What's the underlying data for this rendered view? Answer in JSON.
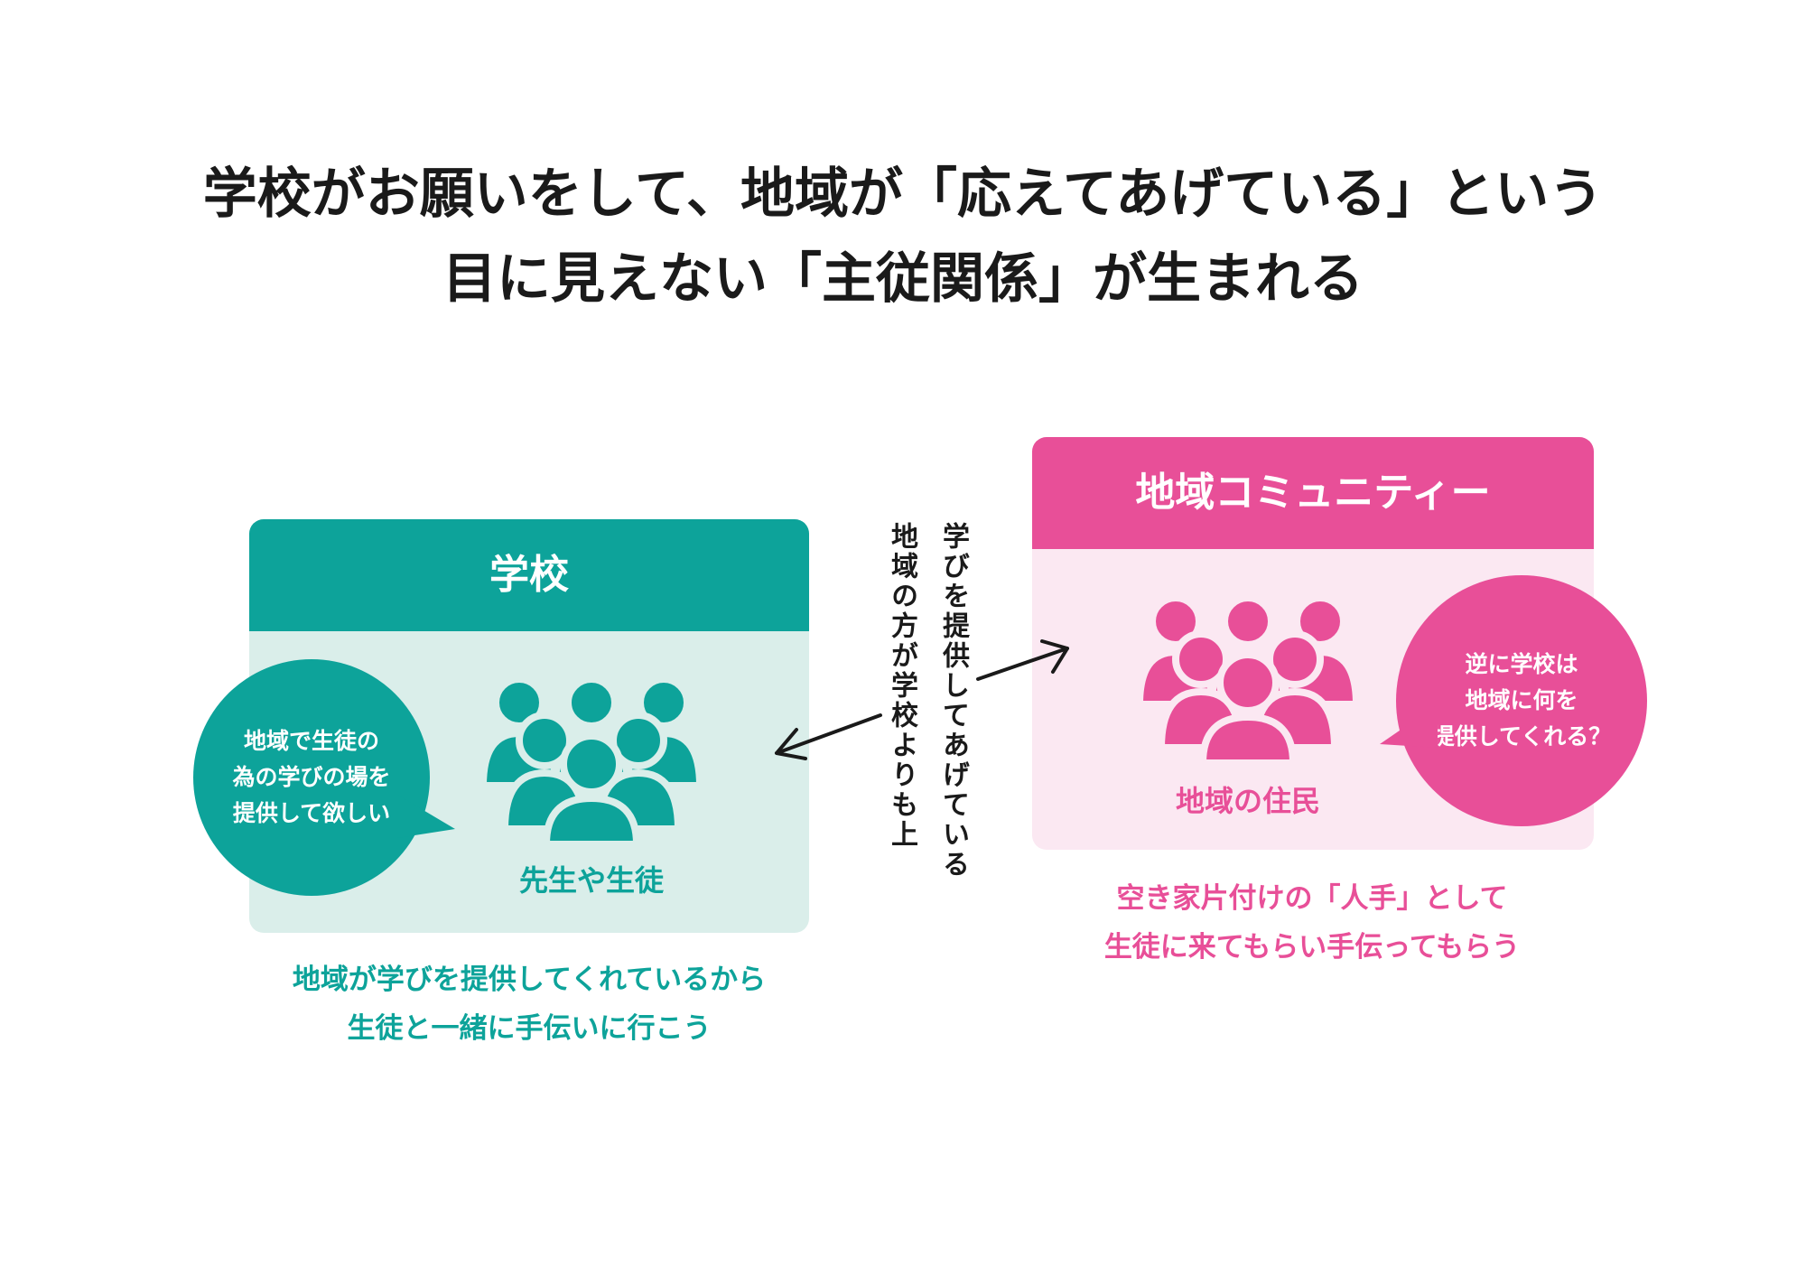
{
  "title": {
    "line1": "学校がお願いをして、地域が「応えてあげている」という",
    "line2": "目に見えない「主従関係」が生まれる"
  },
  "school": {
    "header": "学校",
    "people_label": "先生や生徒",
    "bubble_lines": [
      "地域で生徒の",
      "為の学びの場を",
      "提供して欲しい"
    ],
    "caption_lines": [
      "地域が学びを提供してくれているから",
      "生徒と一緒に手伝いに行こう"
    ],
    "color": "#0da39a",
    "bg_color": "#daeeea"
  },
  "community": {
    "header": "地域コミュニティー",
    "people_label": "地域の住民",
    "bubble_lines": [
      "逆に学校は",
      "地域に何を",
      "提供してくれる？"
    ],
    "caption_lines": [
      "空き家片付けの「人手」として",
      "生徒に来てもらい手伝ってもらう"
    ],
    "color": "#e84f98",
    "bg_color": "#fbe8f2"
  },
  "middle": {
    "vertical_lines": [
      "学びを提供してあげている",
      "地域の方が学校よりも上"
    ]
  },
  "icons": {
    "people": "people-group-icon",
    "arrow_left": "arrow-left-icon",
    "arrow_right": "arrow-right-icon"
  }
}
